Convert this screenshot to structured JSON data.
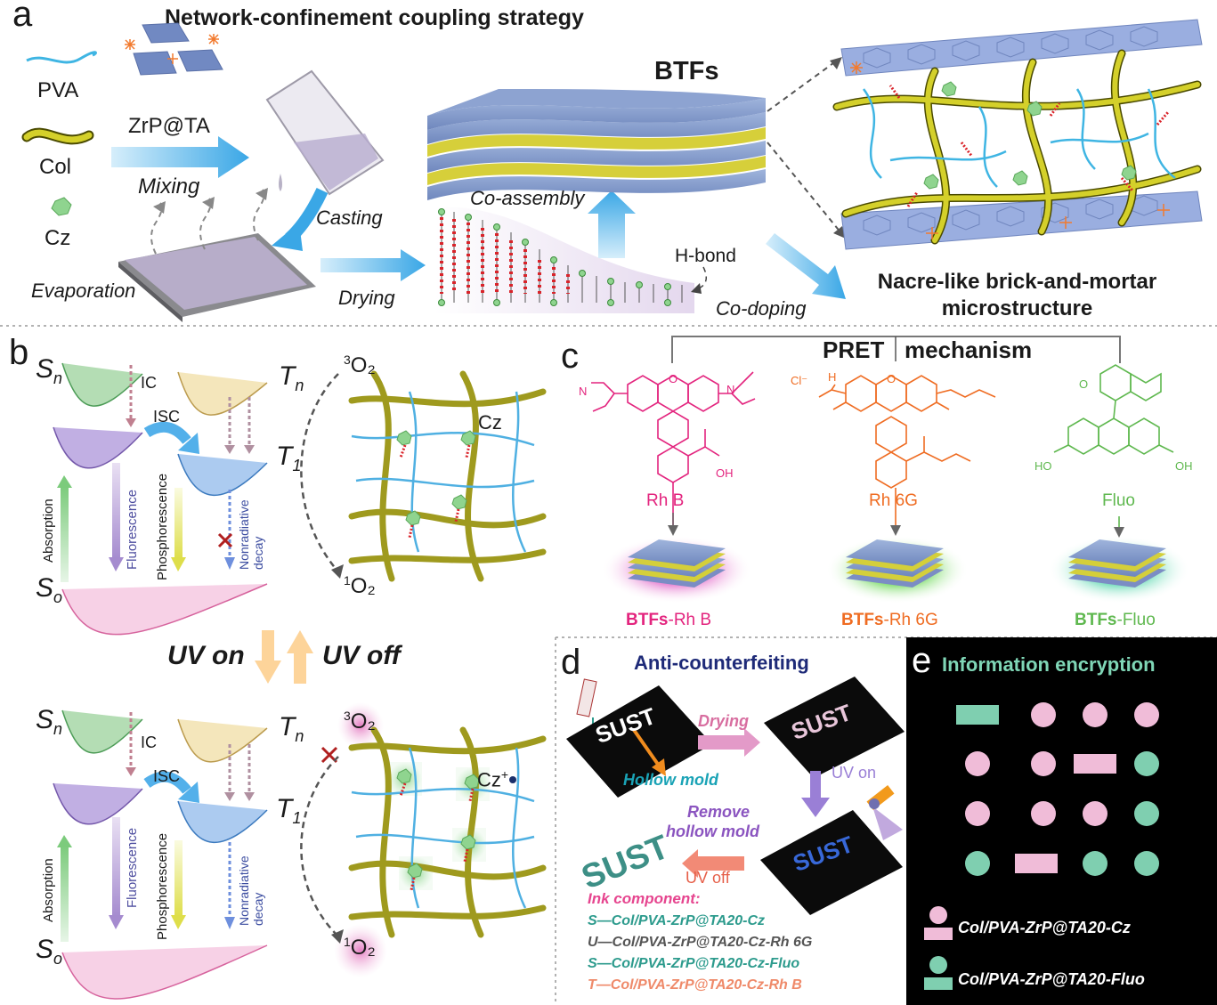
{
  "panel_a": {
    "letter": "a",
    "title": "Network-confinement coupling strategy",
    "materials": [
      "PVA",
      "ZrP@TA",
      "Col",
      "Cz"
    ],
    "steps": {
      "mixing": "Mixing",
      "casting": "Casting",
      "evaporation": "Evaporation",
      "drying": "Drying",
      "co_assembly": "Co-assembly",
      "co_doping": "Co-doping",
      "hbond": "H-bond"
    },
    "product": "BTFs",
    "structure": [
      "Nacre-like brick-and-mortar",
      "microstructure"
    ]
  },
  "panel_b": {
    "letter": "b",
    "states": {
      "sn": "S",
      "sn_sub": "n",
      "tn": "T",
      "tn_sub": "n",
      "t1": "T",
      "t1_sub": "1",
      "s0": "S",
      "s0_sub": "o"
    },
    "processes": [
      "IC",
      "ISC",
      "Absorption",
      "Fluorescence",
      "Phosphorescence",
      "Nonradiative decay"
    ],
    "nonradiative_lines": [
      "Nonradiative",
      "decay"
    ],
    "oxygen": {
      "triplet_sup": "3",
      "triplet": "O₂",
      "singlet_sup": "1",
      "singlet": "O₂"
    },
    "cz_label": "Cz",
    "cz_cation": "Cz",
    "cz_cation_sup": "+",
    "uv_on": "UV on",
    "uv_off": "UV off"
  },
  "panel_c": {
    "letter": "c",
    "mechanism_left": "PRET",
    "mechanism_right": "mechanism",
    "dyes": [
      {
        "name": "Rh B",
        "film_prefix": "BTFs",
        "film_suffix": "-Rh B",
        "color": "#e3247e"
      },
      {
        "name": "Rh 6G",
        "film_prefix": "BTFs",
        "film_suffix": "-Rh 6G",
        "color": "#ef6c22"
      },
      {
        "name": "Fluo",
        "film_prefix": "BTFs",
        "film_suffix": "-Fluo",
        "color": "#5fb84f"
      }
    ],
    "atoms": {
      "oh": "OH",
      "ho": "HO",
      "cl": "Cl⁻",
      "hplus": "H",
      "nplus": "N",
      "o": "O",
      "n": "N"
    }
  },
  "panel_d": {
    "letter": "d",
    "title": "Anti-counterfeiting",
    "card_text": "SUST",
    "hollow_mold": "Hollow mold",
    "drying": "Drying",
    "uv_on": "UV on",
    "remove": [
      "Remove",
      "hollow mold"
    ],
    "uv_off": "UV off",
    "ink_title": "Ink component:",
    "ink_lines": [
      {
        "text": "S—Col/PVA-ZrP@TA20-Cz",
        "color": "#2d9b8d"
      },
      {
        "text": "U—Col/PVA-ZrP@TA20-Cz-Rh 6G",
        "color": "#555555"
      },
      {
        "text": "S—Col/PVA-ZrP@TA20-Cz-Fluo",
        "color": "#2d9b8d"
      },
      {
        "text": "T—Col/PVA-ZrP@TA20-Cz-Rh B",
        "color": "#ef8a6a"
      }
    ]
  },
  "panel_e": {
    "letter": "e",
    "title": "Information encryption",
    "grid": [
      [
        "rect-teal",
        "circle-pink",
        "circle-pink",
        "circle-pink"
      ],
      [
        "circle-pink",
        "circle-pink",
        "rect-pink",
        "circle-teal"
      ],
      [
        "circle-pink",
        "circle-pink",
        "circle-pink",
        "circle-teal"
      ],
      [
        "circle-teal",
        "rect-pink",
        "circle-teal",
        "circle-teal"
      ]
    ],
    "legend": [
      {
        "text": "Col/PVA-ZrP@TA20-Cz",
        "color": "#f0bcd8"
      },
      {
        "text": "Col/PVA-ZrP@TA20-Fluo",
        "color": "#7fcfb0"
      }
    ]
  }
}
